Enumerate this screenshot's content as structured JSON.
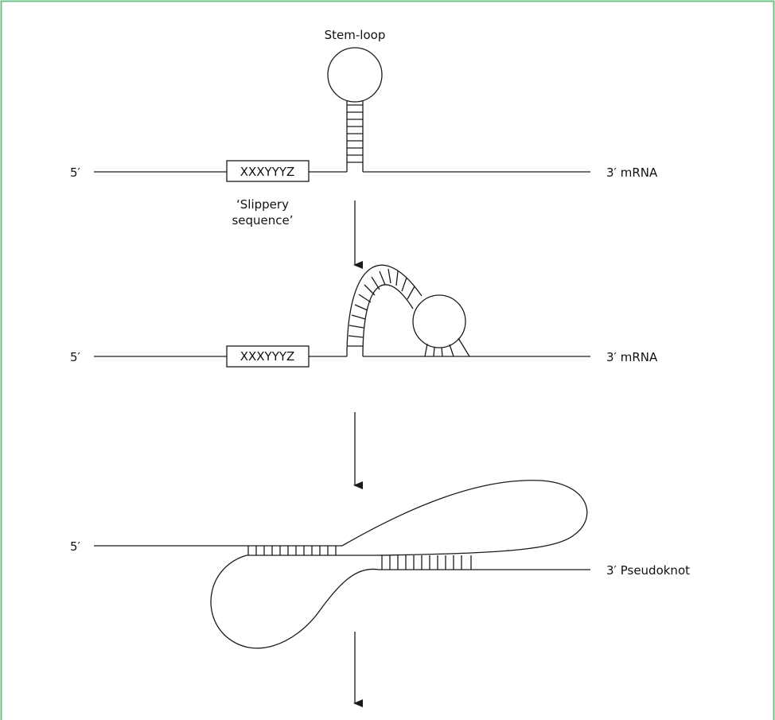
{
  "colors": {
    "frame": "#6cc184",
    "line": "#1a1a1a",
    "background": "#ffffff"
  },
  "panel1": {
    "title": "Stem-loop",
    "five_prime": "5′",
    "three_prime": "3′ mRNA",
    "box_label": "XXXYYYZ",
    "caption_line1": "‘Slippery",
    "caption_line2": "sequence’"
  },
  "panel2": {
    "five_prime": "5′",
    "three_prime": "3′ mRNA",
    "box_label": "XXXYYYZ"
  },
  "panel3": {
    "five_prime": "5′",
    "three_prime": "3′ Pseudoknot"
  }
}
